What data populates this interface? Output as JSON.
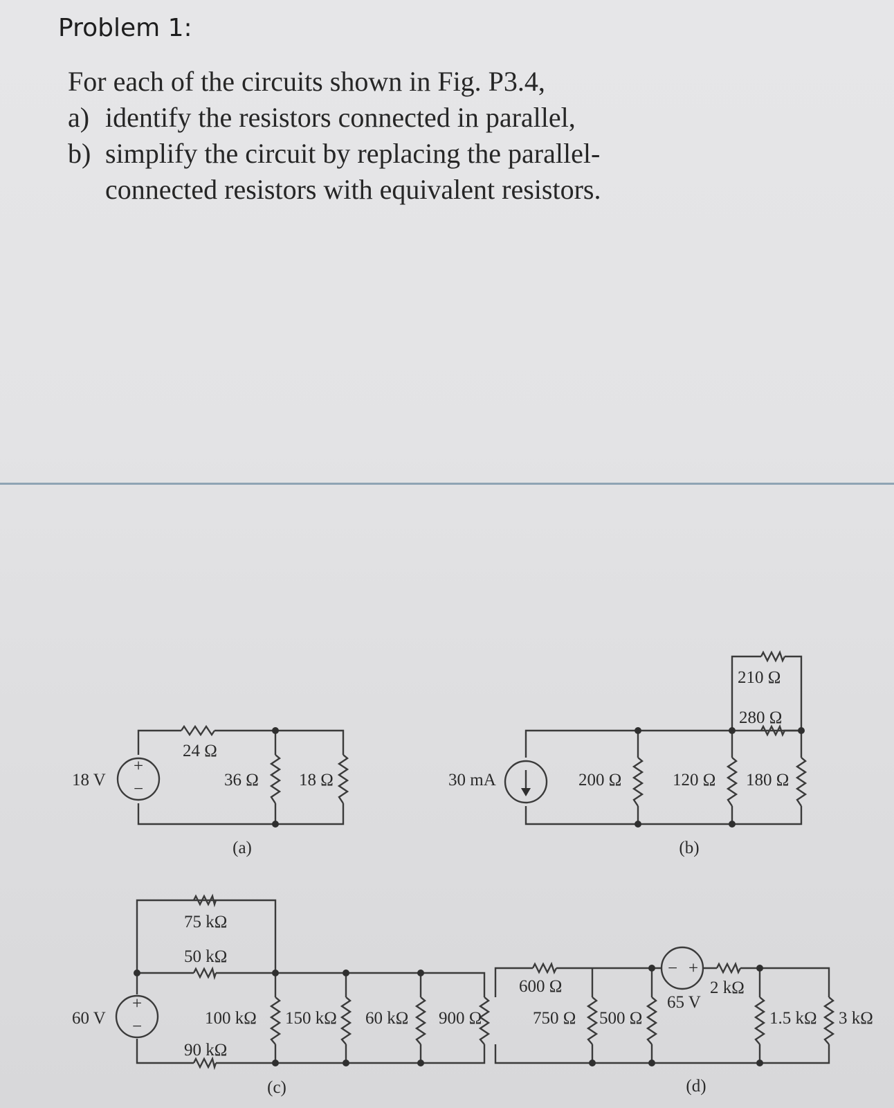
{
  "heading": "Problem 1:",
  "statement": {
    "intro": "For each of the circuits shown in Fig. P3.4,",
    "items": [
      {
        "tag": "a)",
        "text": "identify the resistors connected in parallel,"
      },
      {
        "tag": "b)",
        "text": "simplify the circuit by replacing the parallel-connected resistors with equivalent resistors."
      }
    ]
  },
  "figure": {
    "a": {
      "caption": "(a)",
      "source": "18 V",
      "source_plus": "+",
      "source_minus": "−",
      "r_series": "24 Ω",
      "r1": "36 Ω",
      "r2": "18 Ω"
    },
    "b": {
      "caption": "(b)",
      "source": "30 mA",
      "r1": "200 Ω",
      "r2": "120 Ω",
      "r3": "180 Ω",
      "r4": "210 Ω",
      "r5": "280 Ω"
    },
    "c": {
      "caption": "(c)",
      "source": "60 V",
      "source_plus": "+",
      "source_minus": "−",
      "r_top1": "75 kΩ",
      "r_top2": "50 kΩ",
      "r_bottom": "90 kΩ",
      "r1": "100 kΩ",
      "r2": "150 kΩ",
      "r3": "60 kΩ",
      "r4": "900 Ω"
    },
    "d": {
      "caption": "(d)",
      "source": "65 V",
      "source_plus": "+",
      "source_minus": "−",
      "r1": "600 Ω",
      "r2": "750 Ω",
      "r3": "500 Ω",
      "r4": "2 kΩ",
      "r5": "1.5 kΩ",
      "r6": "3 kΩ"
    }
  }
}
